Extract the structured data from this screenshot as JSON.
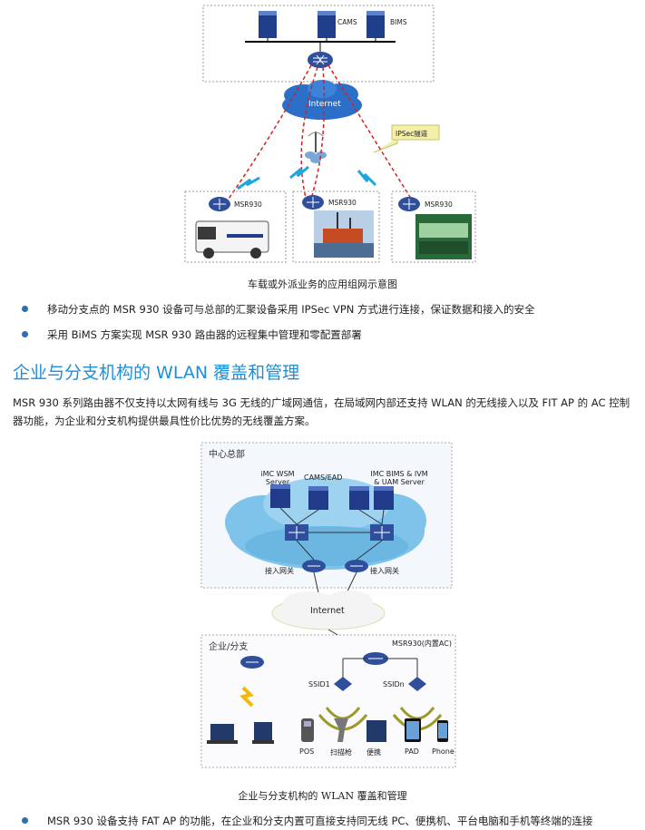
{
  "figure1": {
    "server_labels": [
      "CAMS",
      "BIMS"
    ],
    "internet_label": "Internet",
    "ipsec_label": "IPSec隧道",
    "branch_labels": [
      "MSR930",
      "MSR930",
      "MSR930"
    ],
    "caption": "车载或外派业务的应用组网示意图"
  },
  "bullets_top": [
    "移动分支点的 MSR 930 设备可与总部的汇聚设备采用 IPSec VPN 方式进行连接，保证数据和接入的安全",
    "采用 BiMS 方案实现 MSR 930 路由器的远程集中管理和零配置部署"
  ],
  "section": {
    "title": "企业与分支机构的 WLAN 覆盖和管理",
    "paragraph": "MSR 930 系列路由器不仅支持以太网有线与 3G 无线的广域网通信，在局域网内部还支持 WLAN 的无线接入以及 FIT AP 的 AC 控制器功能，为企业和分支机构提供最具性价比优势的无线覆盖方案。"
  },
  "figure2": {
    "hq_title": "中心总部",
    "server_labels": [
      "iMC WSM Server",
      "CAMS/EAD",
      "IMC BIMS & IVM & UAM Server"
    ],
    "gateway_labels": [
      "接入网关",
      "接入网关"
    ],
    "internet_label": "Internet",
    "branch_title": "企业/分支",
    "msr_label": "MSR930(内置AC)",
    "ssid_labels": [
      "SSID1",
      "SSIDn"
    ],
    "device_labels": [
      "POS",
      "扫描枪",
      "便携",
      "PAD",
      "Phone"
    ],
    "caption": "企业与分支机构的 WLAN 覆盖和管理"
  },
  "bullets_bottom": [
    "MSR 930 设备支持 FAT AP 的功能，在企业和分支内置可直接支持同无线 PC、便携机、平台电脑和手机等终端的连接"
  ],
  "colors": {
    "accent": "#1d8fd8",
    "bullet": "#2b6fb5",
    "router": "#2f4f9c",
    "tunnel": "#d62020",
    "lightning": "#1ea6e0"
  }
}
